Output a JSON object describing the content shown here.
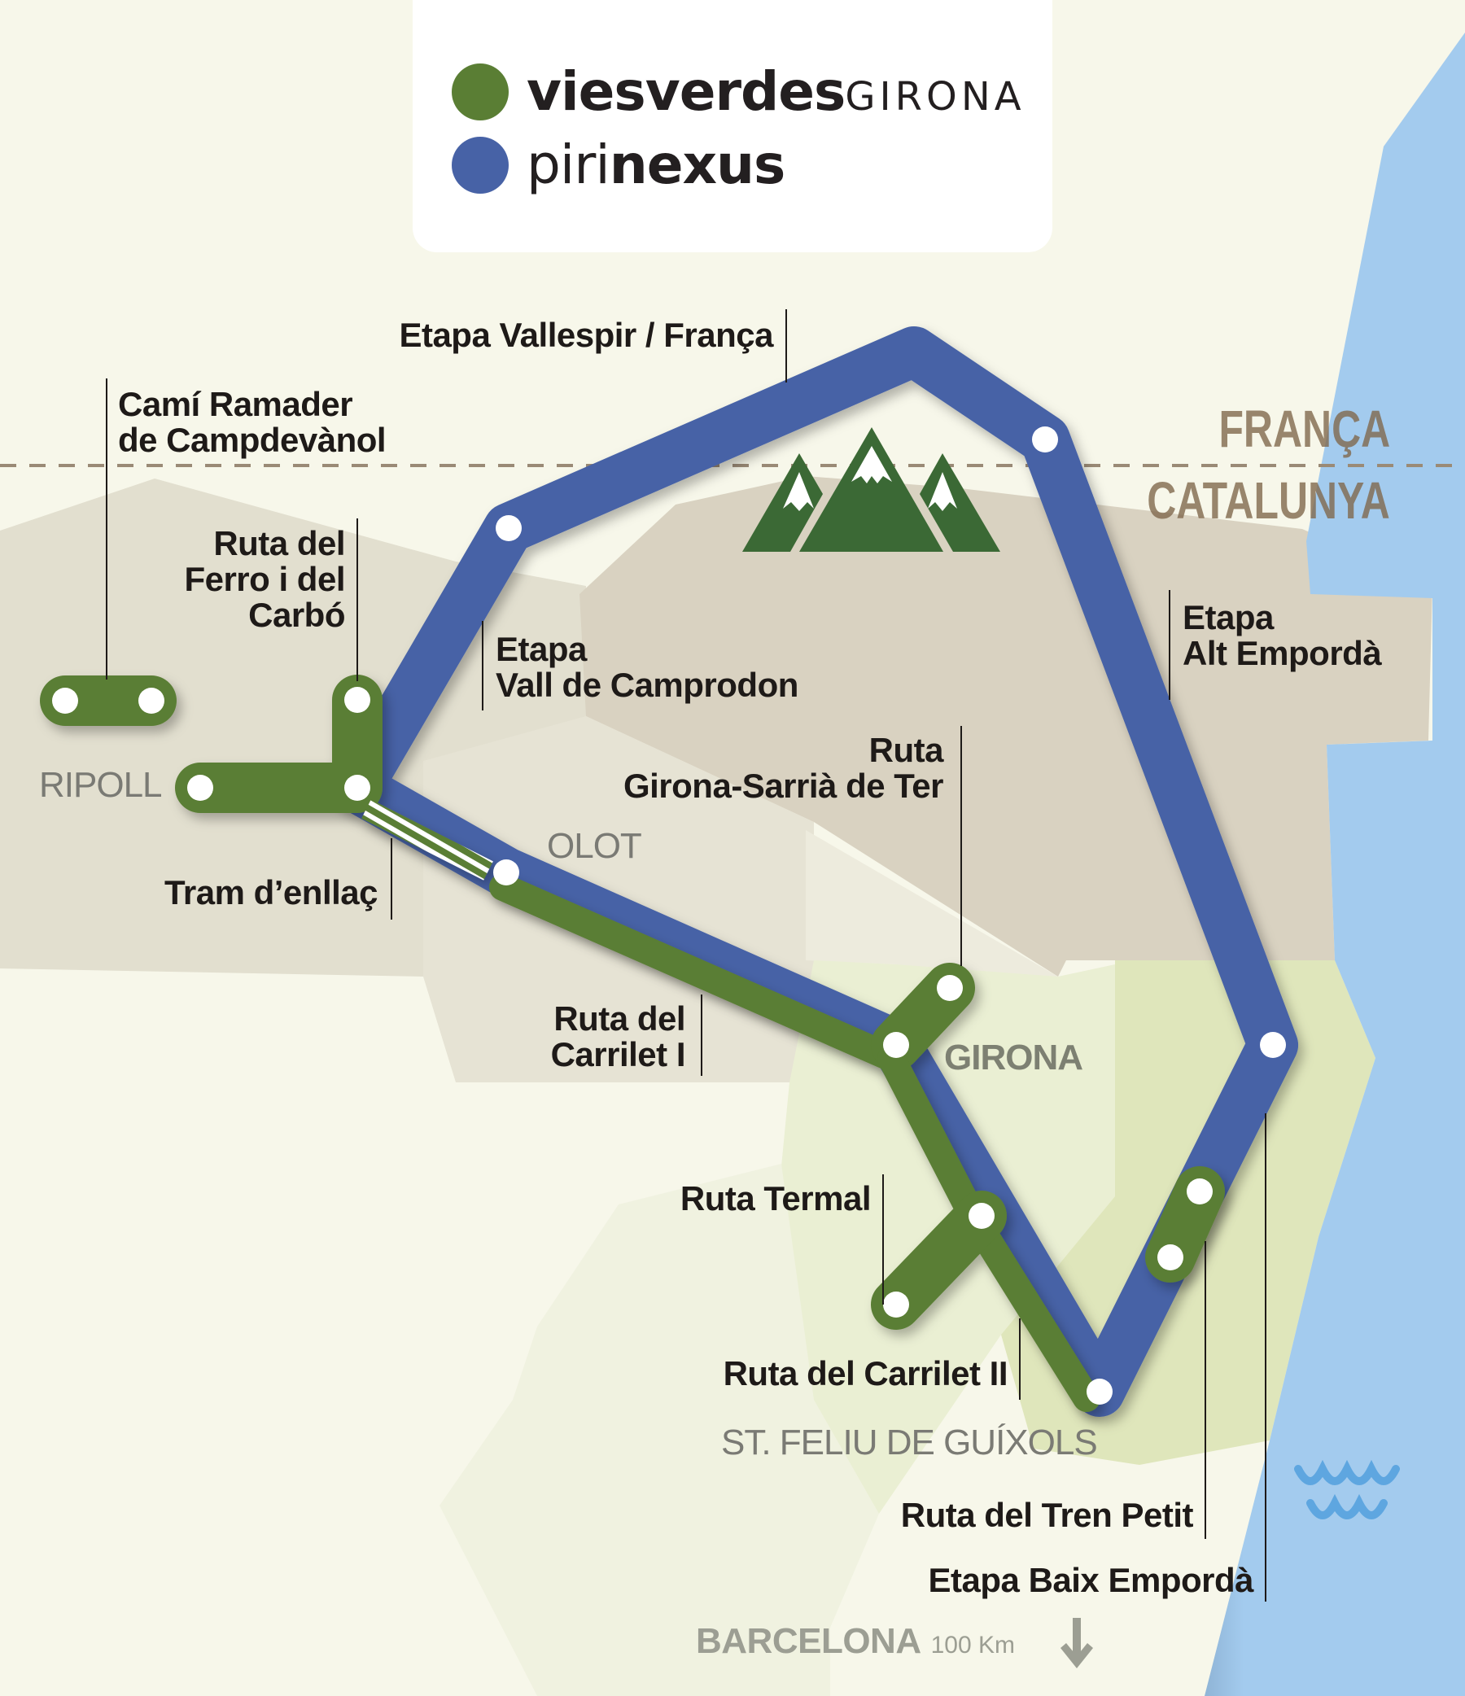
{
  "logo": {
    "brand1_bold": "viesverdes",
    "brand1_sub": "GIRONA",
    "brand1_color": "#5a7e34",
    "brand2_light": "piri",
    "brand2_bold": "nexus",
    "brand2_color": "#4762a6"
  },
  "borders": {
    "north": "FRANÇA",
    "south": "CATALUNYA"
  },
  "towns": {
    "ripoll": "RIPOLL",
    "olot": "OLOT",
    "girona": "GIRONA",
    "st_feliu": "ST. FELIU DE GUÍXOLS"
  },
  "routes": {
    "cami_ramader": [
      "Camí Ramader",
      "de Campdevànol"
    ],
    "ferro_carbo": [
      "Ruta del",
      "Ferro i del",
      "Carbó"
    ],
    "tram_enllac": "Tram d’enllaç",
    "vallespir": "Etapa Vallespir / França",
    "camprodon": [
      "Etapa",
      "Vall de Camprodon"
    ],
    "alt_emporda": [
      "Etapa",
      "Alt Empordà"
    ],
    "sarria_ter": [
      "Ruta",
      "Girona-Sarrià de Ter"
    ],
    "carrilet_1": [
      "Ruta del",
      "Carrilet I"
    ],
    "termal": "Ruta Termal",
    "carrilet_2": "Ruta del Carrilet II",
    "tren_petit": "Ruta del Tren Petit",
    "baix_emporda": "Etapa Baix Empordà"
  },
  "footer": {
    "destination": "BARCELONA",
    "distance": "100 Km",
    "arrow_icon": "arrow-down-icon"
  },
  "colors": {
    "background": "#f7f7ea",
    "pirinexus_blue": "#4762a6",
    "viesverdes_green": "#5a7e34",
    "mountain_green": "#3b6935",
    "sea": "#a3cbee",
    "border_dash": "#9a8a76"
  }
}
